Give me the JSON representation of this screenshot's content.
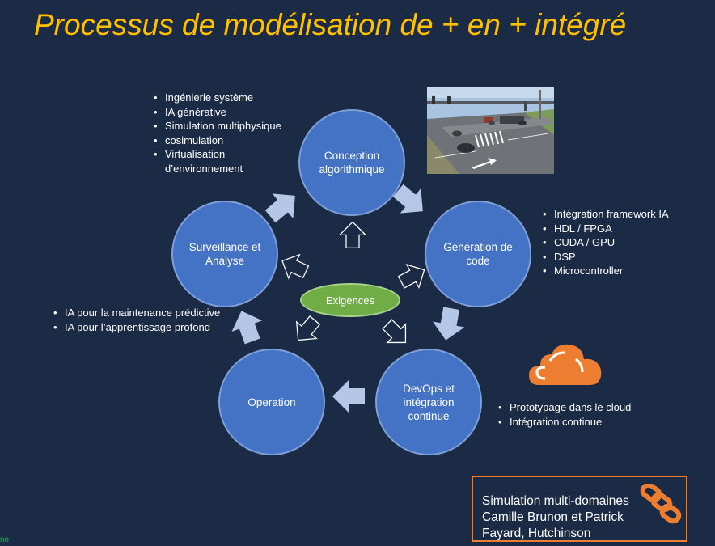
{
  "title": "Processus de modélisation de + en + intégré",
  "nodes": {
    "conception": "Conception\nalgorithmique",
    "generation": "Génération de\ncode",
    "devops": "DevOps et\nintégration\ncontinue",
    "operation": "Operation",
    "surveillance": "Surveillance et\nAnalyse",
    "exigences": "Exigences"
  },
  "lists": {
    "conception": [
      "Ingénierie système",
      "IA générative",
      "Simulation multiphysique",
      "cosimulation",
      "Virtualisation\nd’environnement"
    ],
    "generation": [
      "Intégration framework IA",
      "HDL / FPGA",
      "CUDA / GPU",
      "DSP",
      "Microcontroller"
    ],
    "devops": [
      "Prototypage dans le cloud",
      "Intégration continue"
    ],
    "surveillance": [
      "IA pour la maintenance prédictive",
      "IA pour l’apprentissage profond"
    ]
  },
  "credit": "Simulation multi-domaines\nCamille Brunon et Patrick\nFayard, Hutchinson",
  "corner_text": "ne",
  "icons": [
    "traffic-scene-image",
    "cloud-icon",
    "chain-link-icon"
  ],
  "colors": {
    "background": "#1b2a45",
    "title": "#ffc000",
    "node": "#4472c4",
    "requirements": "#70ad47",
    "arrow": "#b4c7e7",
    "accent": "#ed7d31"
  }
}
